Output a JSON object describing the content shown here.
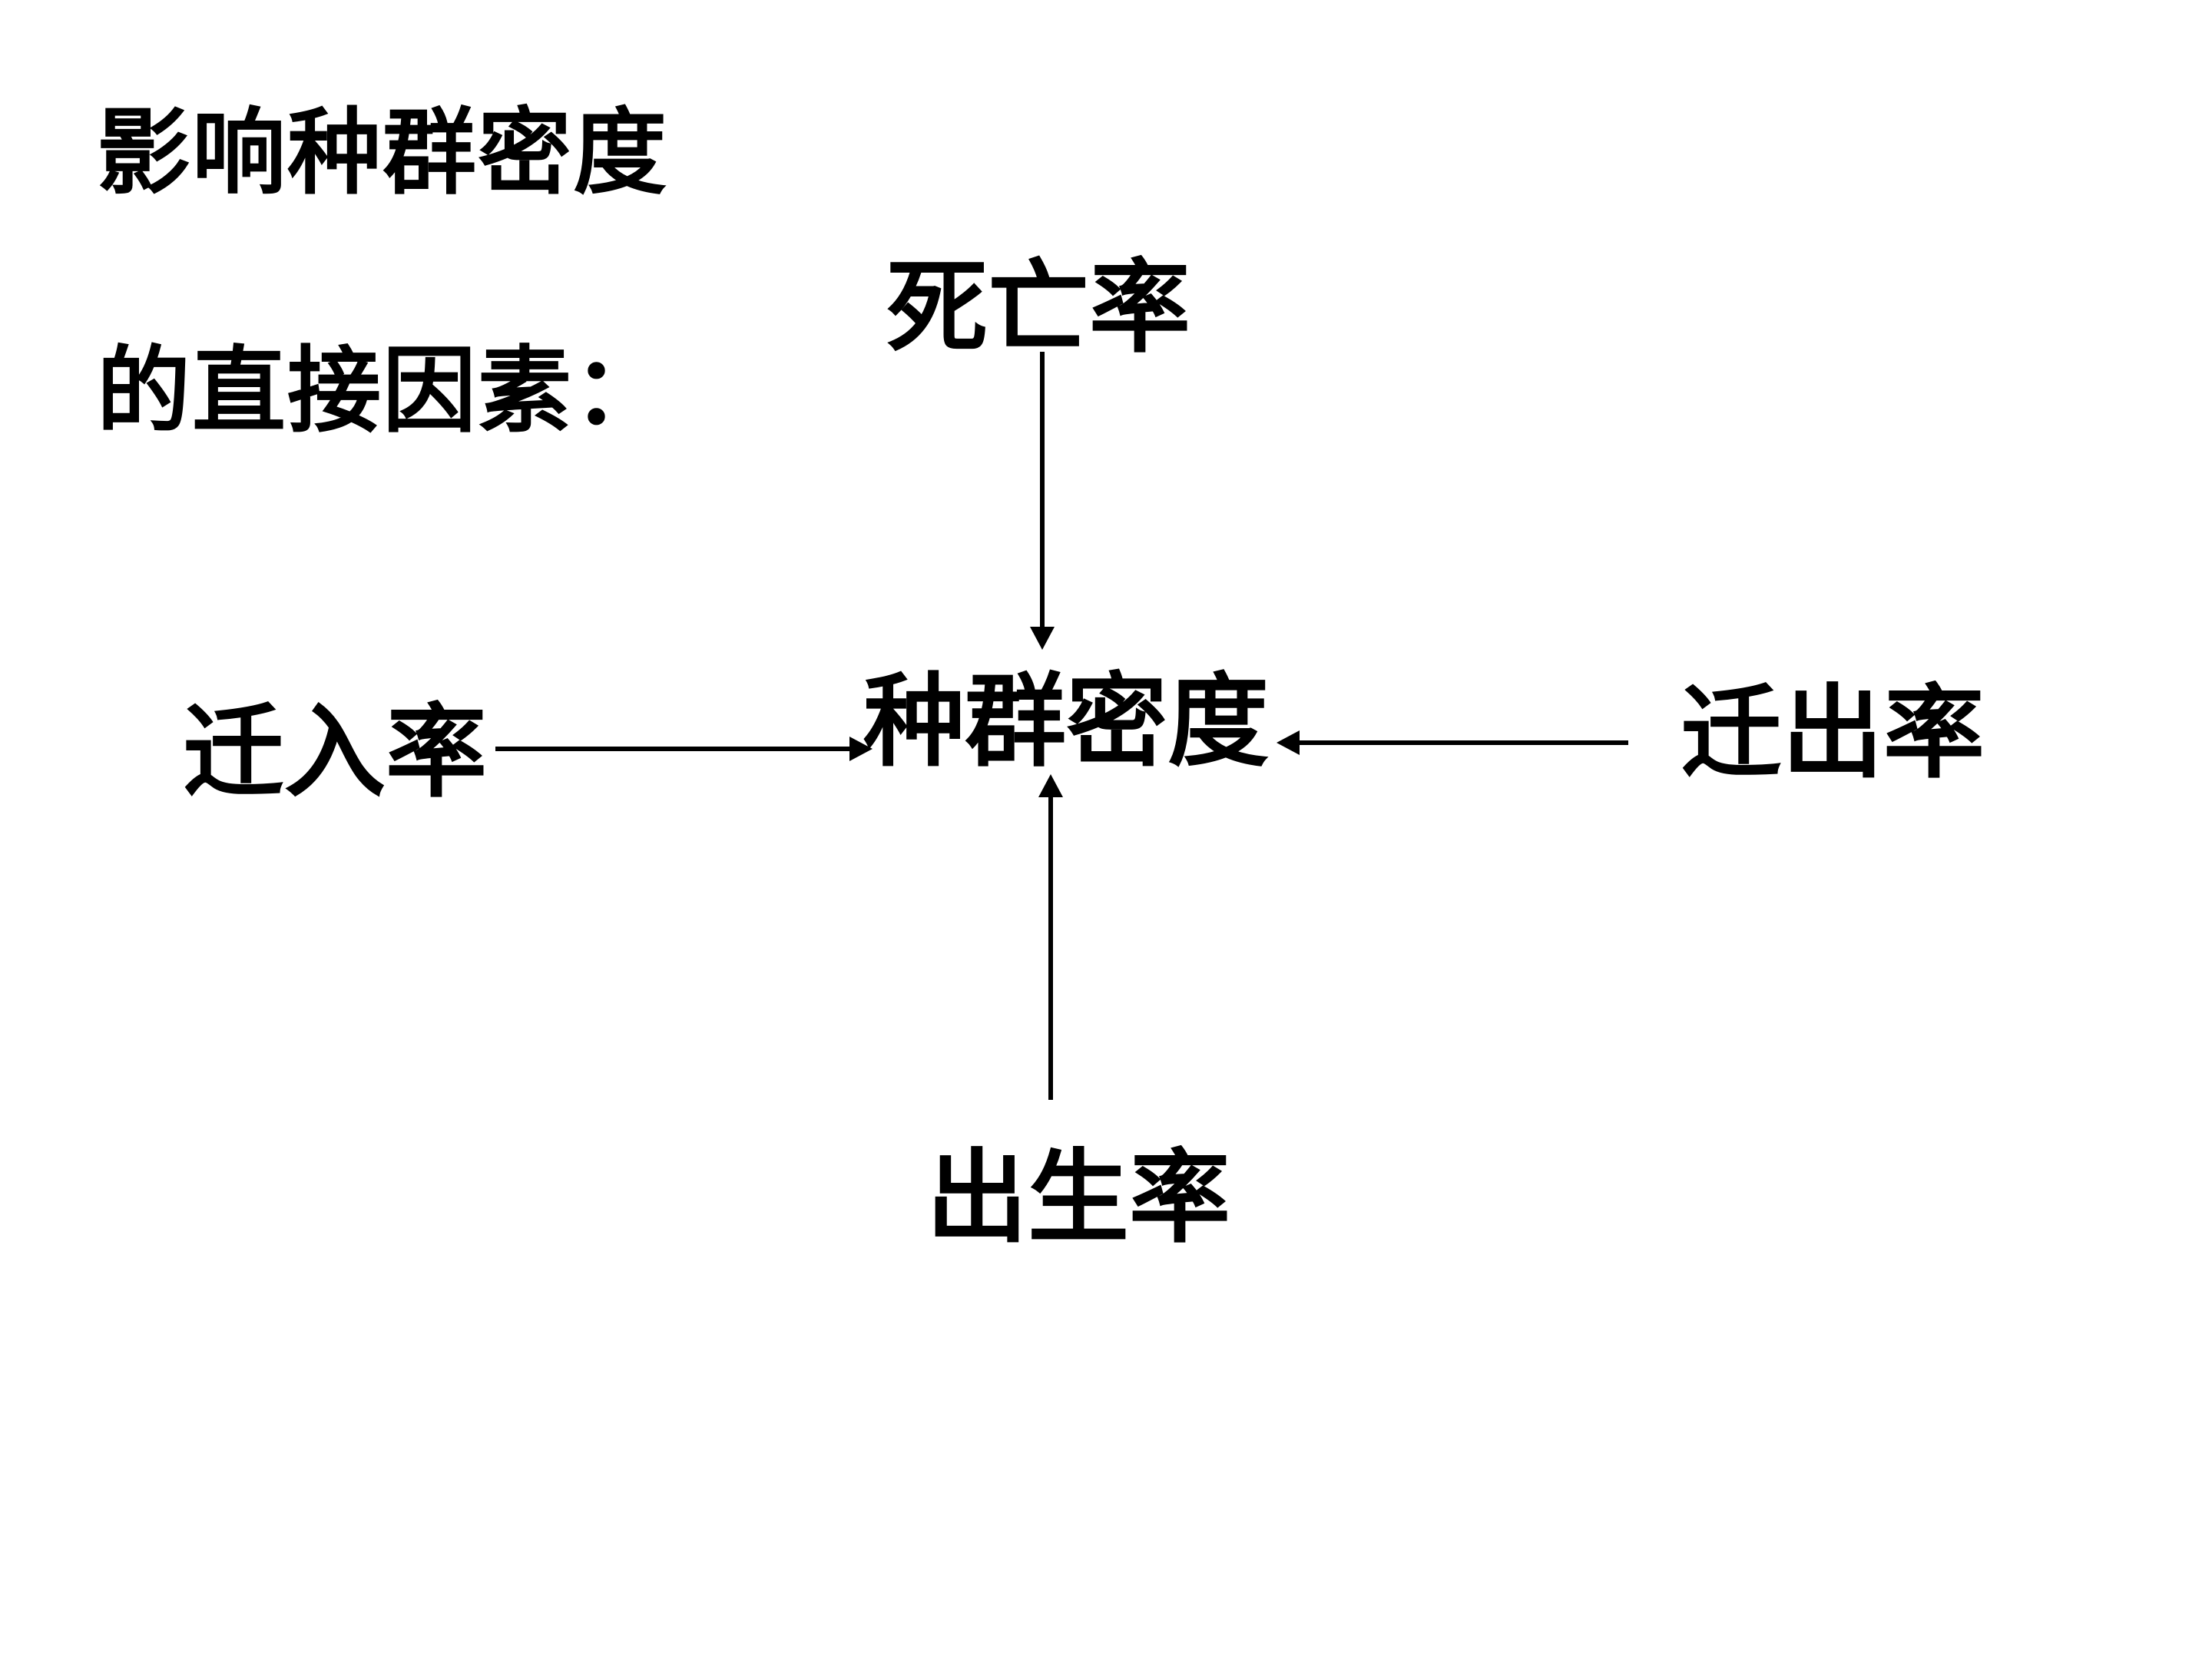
{
  "title": {
    "line1": "影响种群密度",
    "line2": "的直接因素："
  },
  "nodes": {
    "death_rate": "死亡率",
    "birth_rate": "出生率",
    "immigration_rate": "迁入率",
    "emigration_rate": "迁出率",
    "population_density": "种群密度"
  },
  "edges": [
    {
      "from": "死亡率",
      "to": "种群密度",
      "direction": "down"
    },
    {
      "from": "迁入率",
      "to": "种群密度",
      "direction": "right"
    },
    {
      "from": "迁出率",
      "to": "种群密度",
      "direction": "left"
    },
    {
      "from": "出生率",
      "to": "种群密度",
      "direction": "up"
    }
  ],
  "colors": {
    "background": "#ffffff",
    "text": "#000000",
    "arrow": "#000000"
  }
}
